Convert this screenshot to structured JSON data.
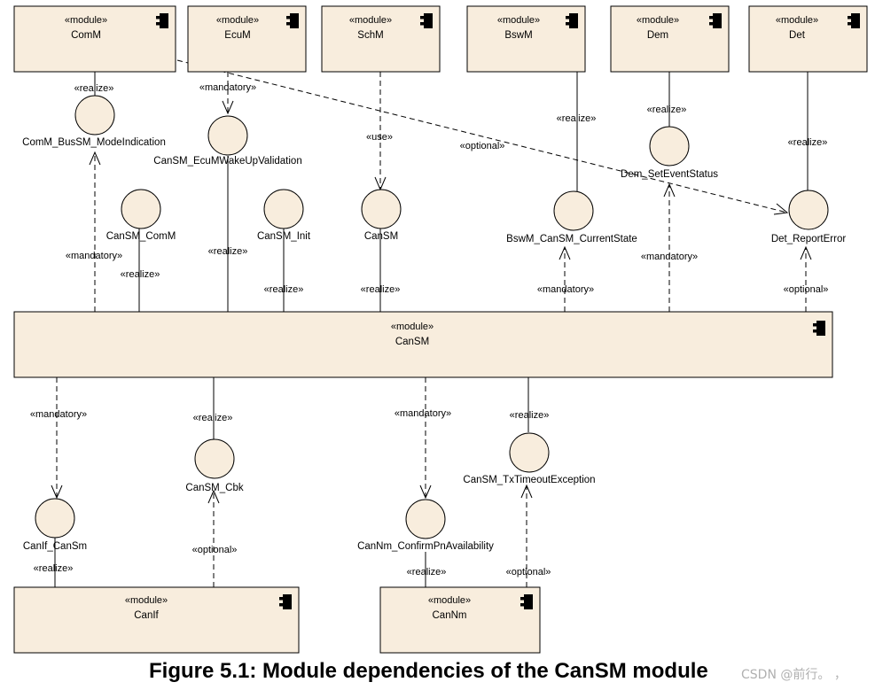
{
  "modules": {
    "comm": {
      "stereotype": "«module»",
      "name": "ComM"
    },
    "ecum": {
      "stereotype": "«module»",
      "name": "EcuM"
    },
    "schm": {
      "stereotype": "«module»",
      "name": "SchM"
    },
    "bswm": {
      "stereotype": "«module»",
      "name": "BswM"
    },
    "dem": {
      "stereotype": "«module»",
      "name": "Dem"
    },
    "det": {
      "stereotype": "«module»",
      "name": "Det"
    },
    "cansm": {
      "stereotype": "«module»",
      "name": "CanSM"
    },
    "canif": {
      "stereotype": "«module»",
      "name": "CanIf"
    },
    "cannm": {
      "stereotype": "«module»",
      "name": "CanNm"
    }
  },
  "interfaces": {
    "comm_bussm": "ComM_BusSM_ModeIndication",
    "ecum_wakeup": "CanSM_EcuMWakeUpValidation",
    "cansm_comm": "CanSM_ComM",
    "cansm_init": "CanSM_Init",
    "cansm": "CanSM",
    "bswm_state": "BswM_CanSM_CurrentState",
    "dem_event": "Dem_SetEventStatus",
    "det_report": "Det_ReportError",
    "cansm_cbk": "CanSM_Cbk",
    "canif_cansm": "CanIf_CanSm",
    "cannm_confirm": "CanNm_ConfirmPnAvailability",
    "tx_timeout": "CanSM_TxTimeoutException"
  },
  "stereotypes": {
    "realize": "«realize»",
    "mandatory": "«mandatory»",
    "use": "«use»",
    "optional": "«optional»"
  },
  "caption": {
    "title": "Figure 5.1: Module dependencies of the CanSM module",
    "watermark": "CSDN @前行。 ，"
  }
}
